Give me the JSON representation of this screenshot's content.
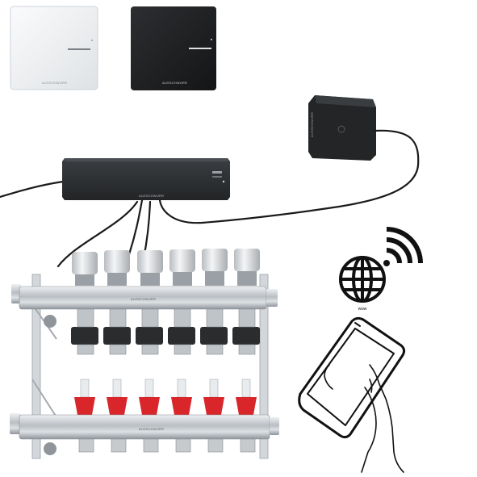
{
  "brand": "AUSSCHWURR",
  "internet_label": "www",
  "thermostat_white": {
    "brand": "AUSSCHWURR"
  },
  "thermostat_black": {
    "brand": "AUSSCHWURR"
  },
  "controller": {
    "brand": "AUSSCHWURR"
  },
  "gateway": {
    "brand": "AUSSCHWURR"
  },
  "manifold": {
    "brand": "AUSSCHWURR",
    "actuator_count": 6,
    "flow_meter_count": 6
  },
  "colors": {
    "device_dark": "#2b2d30",
    "device_white": "#f2f3f4",
    "metal": "#c9cdd1",
    "flow_red": "#d8262b",
    "cable": "#1a1a1a",
    "icon": "#111111"
  },
  "icons": [
    "globe-icon",
    "wifi-icon",
    "tablet-in-hand-icon"
  ]
}
